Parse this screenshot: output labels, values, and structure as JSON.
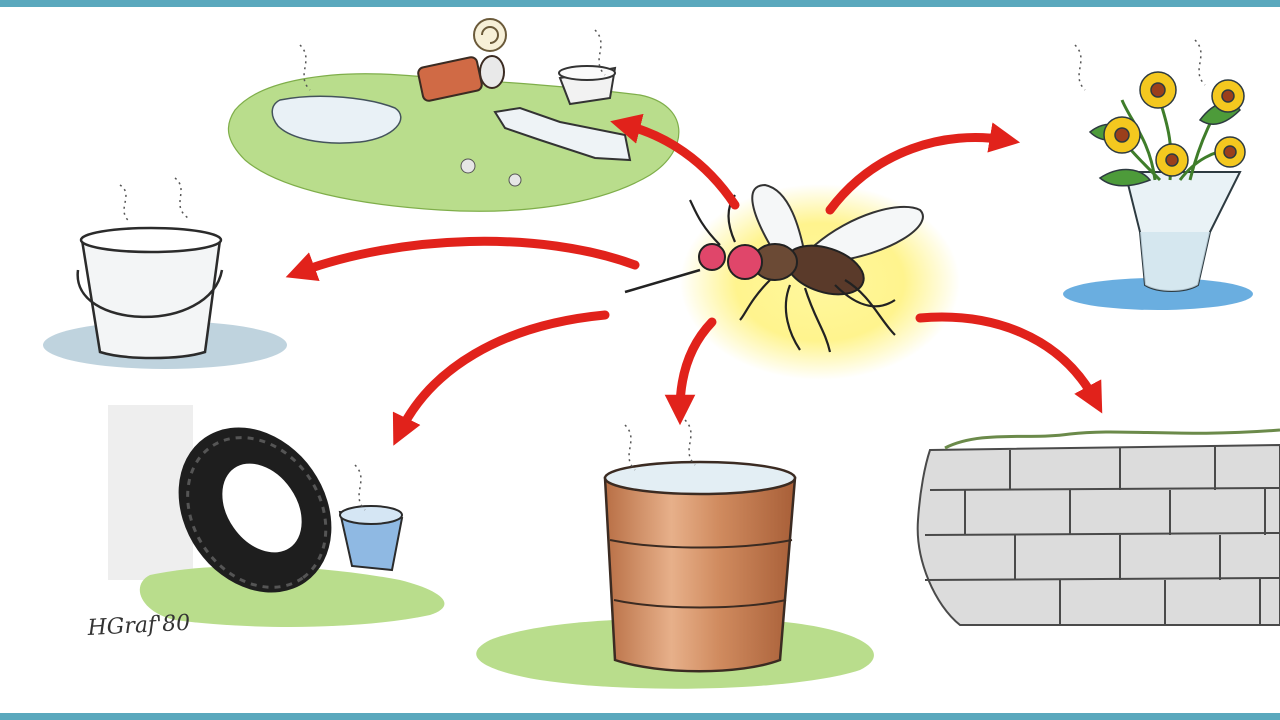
{
  "scene": {
    "subject": "mosquito",
    "breeding_sites": [
      {
        "id": "litter-puddle",
        "items": [
          "puddle",
          "can",
          "cup",
          "bottle",
          "paper"
        ]
      },
      {
        "id": "flower-vase",
        "items": [
          "vase",
          "flowers",
          "water"
        ]
      },
      {
        "id": "bucket",
        "items": [
          "bucket",
          "water"
        ]
      },
      {
        "id": "tire",
        "items": [
          "tire",
          "cup",
          "grass"
        ]
      },
      {
        "id": "barrel",
        "items": [
          "barrel",
          "water",
          "grass"
        ]
      },
      {
        "id": "wall",
        "items": [
          "brick-wall"
        ]
      }
    ]
  },
  "signature_text": "HGraf'80",
  "colors": {
    "frame": "#5aa8bd",
    "arrow": "#e1221b",
    "grass": "#b9dd8c",
    "water": "#bfd3de",
    "mosquito_glow": "#fff27a",
    "mosquito_body": "#5a3a2a",
    "mosquito_eye": "#e0466a",
    "barrel": "#c9865a",
    "flower_petal": "#f4c81f",
    "flower_center": "#9b3f1b",
    "vase_water": "#6aaee0",
    "brick": "#dcdcdc"
  }
}
